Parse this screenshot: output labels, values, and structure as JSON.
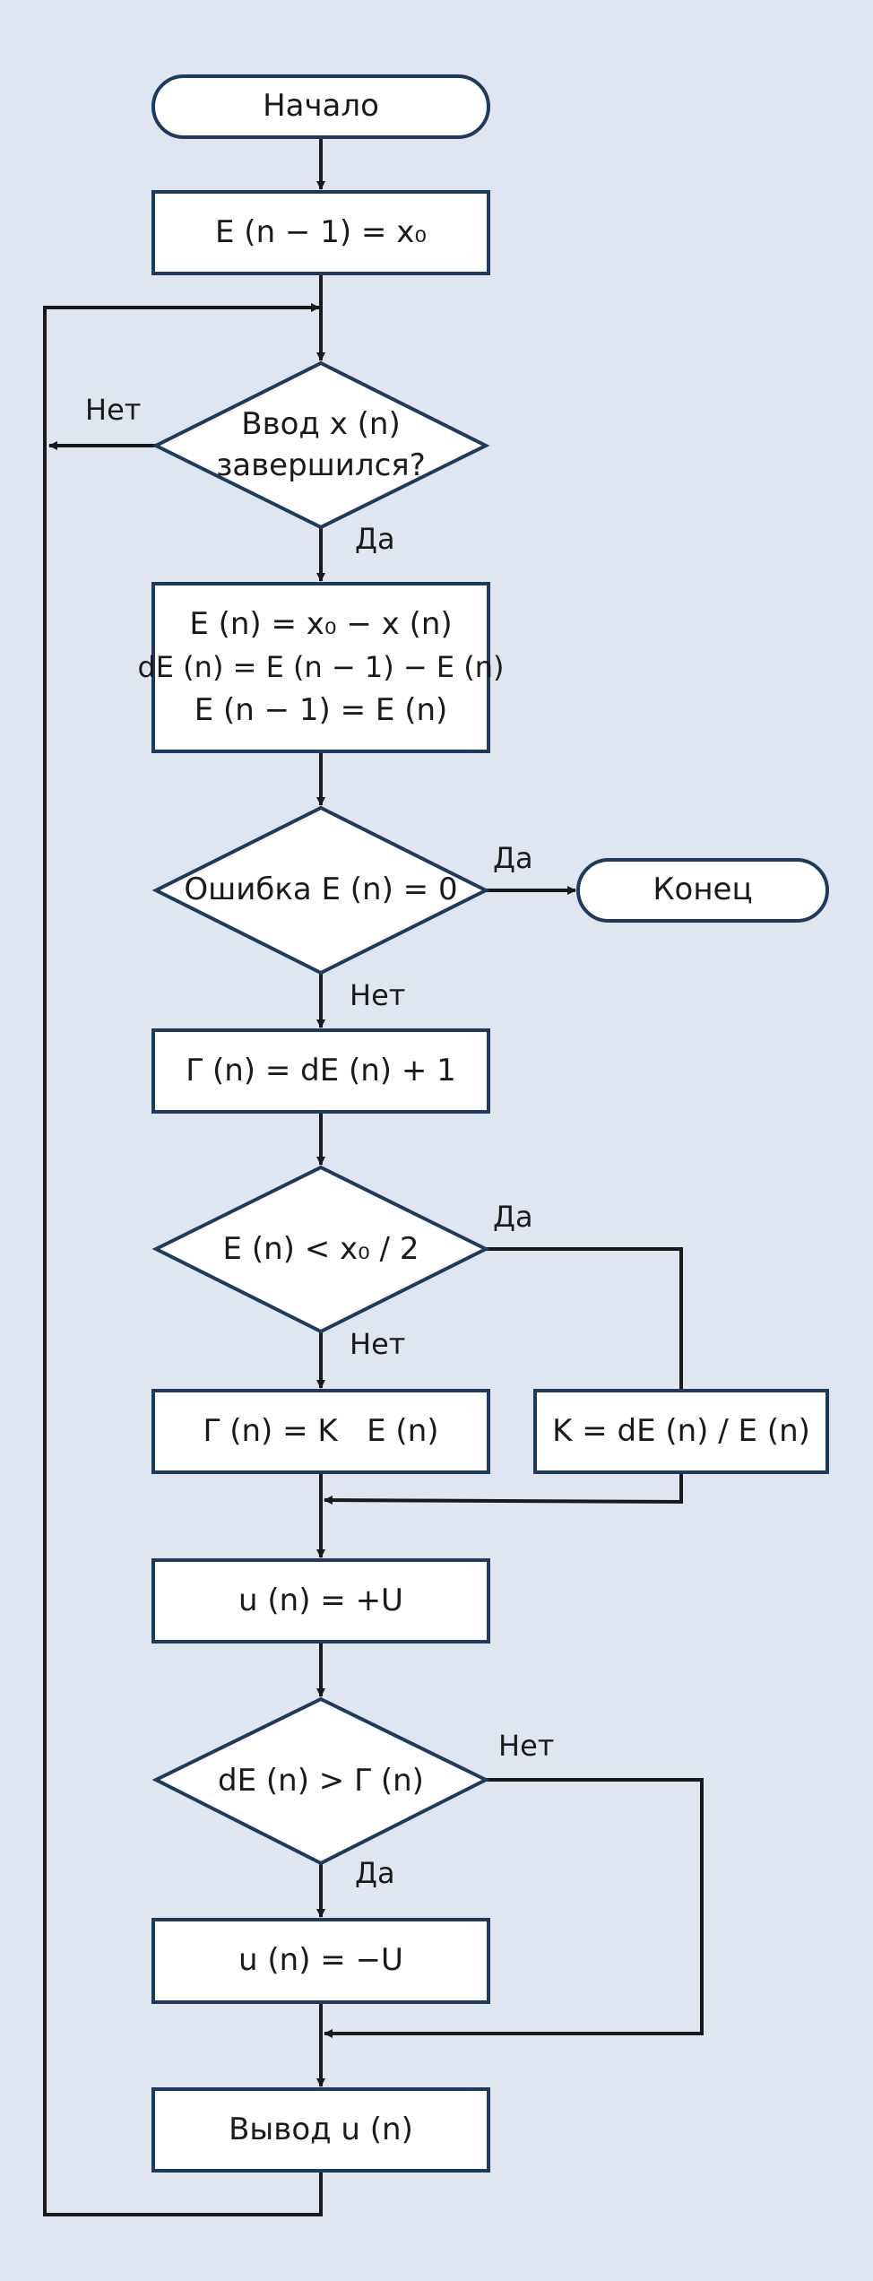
{
  "nodes": {
    "start": "Начало",
    "init": "E (n − 1) = x₀",
    "input_check": [
      "Ввод x (n)",
      "завершился?"
    ],
    "compute": [
      "E (n) = x₀ − x (n)",
      "dE (n) = E (n − 1) − E (n)",
      "E (n − 1) = E (n)"
    ],
    "error_check": "Ошибка E (n) = 0",
    "end": "Конец",
    "gamma1": "Γ (n) = dE (n) + 1",
    "half_check": "E (n) < x₀ / 2",
    "gamma2": "Γ (n) = K   E (n)",
    "k_calc": "K = dE (n) / E (n)",
    "u_plus": "u (n) = +U",
    "compare": "dE (n) > Γ (n)",
    "u_minus": "u (n) = −U",
    "output": "Вывод u (n)"
  },
  "edge_labels": {
    "input_no": "Нет",
    "input_yes": "Да",
    "error_yes": "Да",
    "error_no": "Нет",
    "half_yes": "Да",
    "half_no": "Нет",
    "compare_no": "Нет",
    "compare_yes": "Да"
  }
}
